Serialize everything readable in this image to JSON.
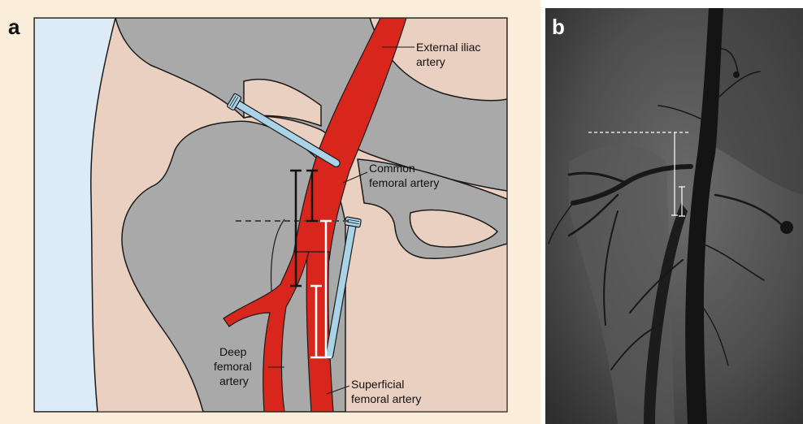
{
  "panel_a": {
    "letter": "a",
    "labels": {
      "external_iliac": [
        "External iliac",
        "artery"
      ],
      "common_femoral": [
        "Common",
        "femoral artery"
      ],
      "deep_femoral": [
        "Deep",
        "femoral",
        "artery"
      ],
      "superficial_femoral": [
        "Superficial",
        "femoral artery"
      ]
    },
    "colors": {
      "background": "#faeeda",
      "skin_edge": "#dcebf6",
      "tissue": "#ead0c0",
      "bone": "#a9a9a9",
      "artery": "#d9261c",
      "needle": "#a9d3e6",
      "outline": "#1a1a1a"
    }
  },
  "panel_b": {
    "letter": "b",
    "description_colors": {
      "background": "#4a4a4a",
      "vessel": "#141414",
      "marker": "#ffffff"
    }
  }
}
